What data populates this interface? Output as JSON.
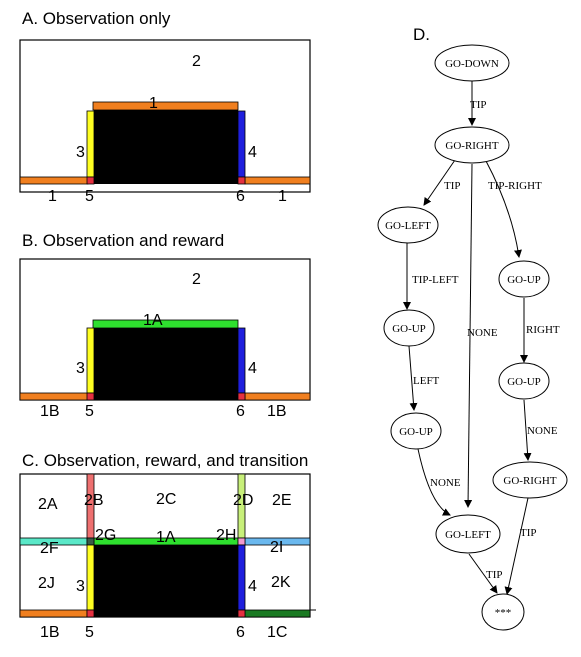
{
  "panel_a": {
    "title": "A. Observation only",
    "regions": {
      "top": "2",
      "roof": "1",
      "left_wall": "3",
      "right_wall": "4",
      "floor_left": "1",
      "floor_right": "1",
      "corner_left": "5",
      "corner_right": "6"
    }
  },
  "panel_b": {
    "title": "B. Observation and reward",
    "regions": {
      "top": "2",
      "roof": "1A",
      "left_wall": "3",
      "right_wall": "4",
      "floor_left": "1B",
      "floor_right": "1B",
      "corner_left": "5",
      "corner_right": "6"
    }
  },
  "panel_c": {
    "title": "C. Observation, reward, and transition",
    "regions": {
      "r2A": "2A",
      "r2B": "2B",
      "r2C": "2C",
      "r2D": "2D",
      "r2E": "2E",
      "r2F": "2F",
      "r2G": "2G",
      "roof": "1A",
      "r2H": "2H",
      "r2I": "2I",
      "r2J": "2J",
      "left_wall": "3",
      "right_wall": "4",
      "r2K": "2K",
      "floor_left": "1B",
      "floor_right": "1C",
      "corner_left": "5",
      "corner_right": "6"
    }
  },
  "panel_d": {
    "title": "D.",
    "nodes": [
      "GO-DOWN",
      "GO-RIGHT",
      "GO-LEFT",
      "GO-UP",
      "GO-UP",
      "GO-UP",
      "GO-UP",
      "GO-RIGHT",
      "GO-LEFT",
      "***"
    ],
    "edge_labels": [
      "TIP",
      "TIP",
      "TIP-RIGHT",
      "NONE",
      "TIP-LEFT",
      "RIGHT",
      "LEFT",
      "NONE",
      "NONE",
      "TIP",
      "TIP"
    ]
  },
  "colors": {
    "orange": "#f07f1f",
    "yellow": "#ffff22",
    "blue": "#1f1fdd",
    "red": "#e53040",
    "green": "#2ee02e",
    "salmon": "#ee7070",
    "lime": "#c8f07a",
    "aqua": "#5ae8c8",
    "skyblue": "#6ab8ee",
    "darkgreen": "#1a7a22",
    "pink": "#f29ad0",
    "darkcell": "#3a5a48"
  }
}
